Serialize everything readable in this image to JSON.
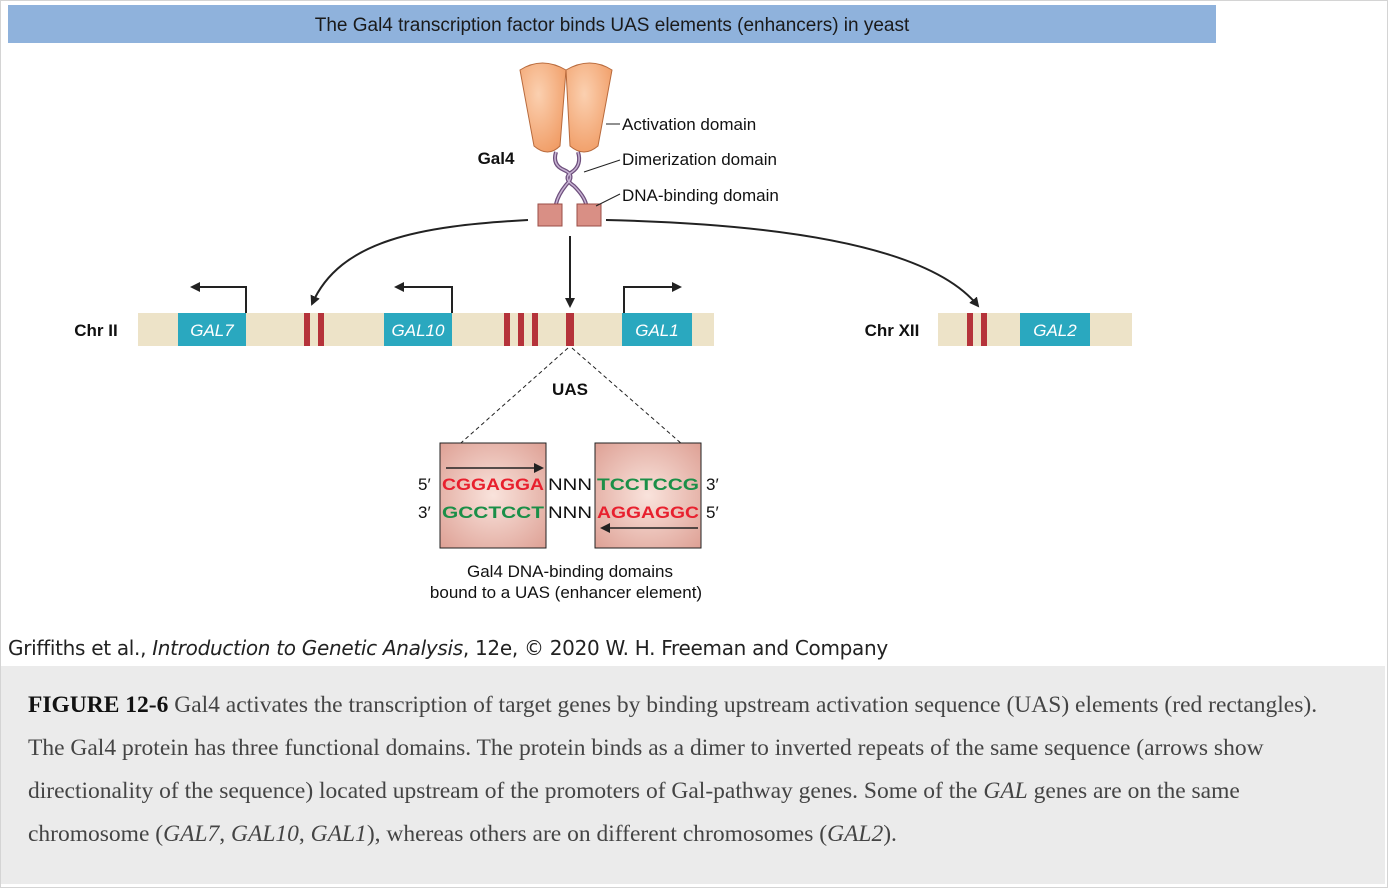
{
  "banner": {
    "title": "The Gal4 transcription factor binds UAS elements (enhancers) in yeast",
    "color": "#8fb2dc"
  },
  "protein": {
    "name": "Gal4",
    "domains": [
      "Activation domain",
      "Dimerization domain",
      "DNA-binding domain"
    ]
  },
  "chromosomes": [
    {
      "label": "Chr II",
      "genes": [
        "GAL7",
        "GAL10",
        "GAL1"
      ]
    },
    {
      "label": "Chr XII",
      "genes": [
        "GAL2"
      ]
    }
  ],
  "uas": {
    "label": "UAS",
    "top_strand": {
      "five": "5′",
      "left": "CGGAGGA",
      "spacer": "NNN",
      "right": "TCCTCCG",
      "three": "3′"
    },
    "bottom_strand": {
      "three": "3′",
      "left": "GCCTCCT",
      "spacer": "NNN",
      "right": "AGGAGGC",
      "five": "5′"
    },
    "caption_line1": "Gal4 DNA-binding domains",
    "caption_line2": "bound to a UAS (enhancer element)"
  },
  "colors": {
    "gene_box": "#2aa8bf",
    "chromosome": "#ede3c8",
    "uas_mark": "#b5333a",
    "seq_red": "#e8202e",
    "seq_green": "#1b8f48",
    "protein_body": "#f6b284",
    "dna_binding_box": "#d98f85",
    "linker": "#7f5a8a"
  },
  "credit": {
    "authors": "Griffiths et al., ",
    "book": "Introduction to Genetic Analysis",
    "rest": ", 12e, © 2020 W. H. Freeman and Company"
  },
  "caption": {
    "label": "FIGURE 12-6",
    "text1": " Gal4 activates the transcription of target genes by binding upstream activation sequence (UAS) elements (red rectangles). The Gal4 protein has three functional domains. The protein binds as a dimer to inverted repeats of the same sequence (arrows show directionality of the sequence) located upstream of the promoters of Gal-pathway genes. Some of the ",
    "gal": "GAL",
    "text2": " genes are on the same chromosome (",
    "gal7": "GAL7",
    "sep1": ", ",
    "gal10": "GAL10",
    "sep2": ", ",
    "gal1": "GAL1",
    "text3": "), whereas others are on different chromosomes (",
    "gal2": "GAL2",
    "text4": ")."
  }
}
